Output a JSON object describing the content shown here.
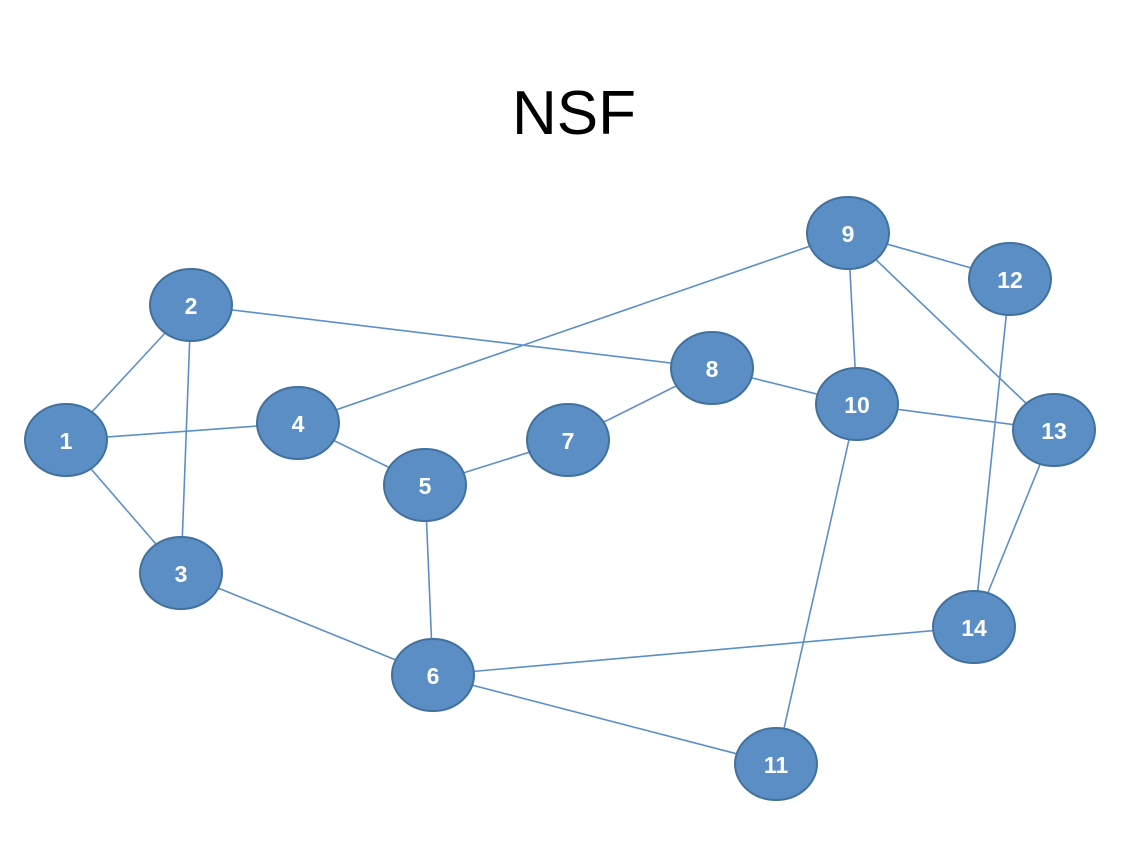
{
  "title": "NSF",
  "colors": {
    "node_fill": "#5b8ec4",
    "node_stroke": "#41719c",
    "edge": "#5b8fc8",
    "label": "#ffffff"
  },
  "nodes": [
    {
      "id": "1",
      "label": "1"
    },
    {
      "id": "2",
      "label": "2"
    },
    {
      "id": "3",
      "label": "3"
    },
    {
      "id": "4",
      "label": "4"
    },
    {
      "id": "5",
      "label": "5"
    },
    {
      "id": "6",
      "label": "6"
    },
    {
      "id": "7",
      "label": "7"
    },
    {
      "id": "8",
      "label": "8"
    },
    {
      "id": "9",
      "label": "9"
    },
    {
      "id": "10",
      "label": "10"
    },
    {
      "id": "11",
      "label": "11"
    },
    {
      "id": "12",
      "label": "12"
    },
    {
      "id": "13",
      "label": "13"
    },
    {
      "id": "14",
      "label": "14"
    }
  ],
  "edges": [
    [
      "1",
      "2"
    ],
    [
      "1",
      "3"
    ],
    [
      "1",
      "4"
    ],
    [
      "2",
      "3"
    ],
    [
      "2",
      "8"
    ],
    [
      "3",
      "6"
    ],
    [
      "4",
      "5"
    ],
    [
      "4",
      "9"
    ],
    [
      "5",
      "6"
    ],
    [
      "5",
      "7"
    ],
    [
      "7",
      "8"
    ],
    [
      "8",
      "10"
    ],
    [
      "9",
      "10"
    ],
    [
      "9",
      "12"
    ],
    [
      "9",
      "13"
    ],
    [
      "10",
      "11"
    ],
    [
      "10",
      "13"
    ],
    [
      "12",
      "14"
    ],
    [
      "13",
      "14"
    ],
    [
      "6",
      "14"
    ],
    [
      "6",
      "11"
    ]
  ]
}
